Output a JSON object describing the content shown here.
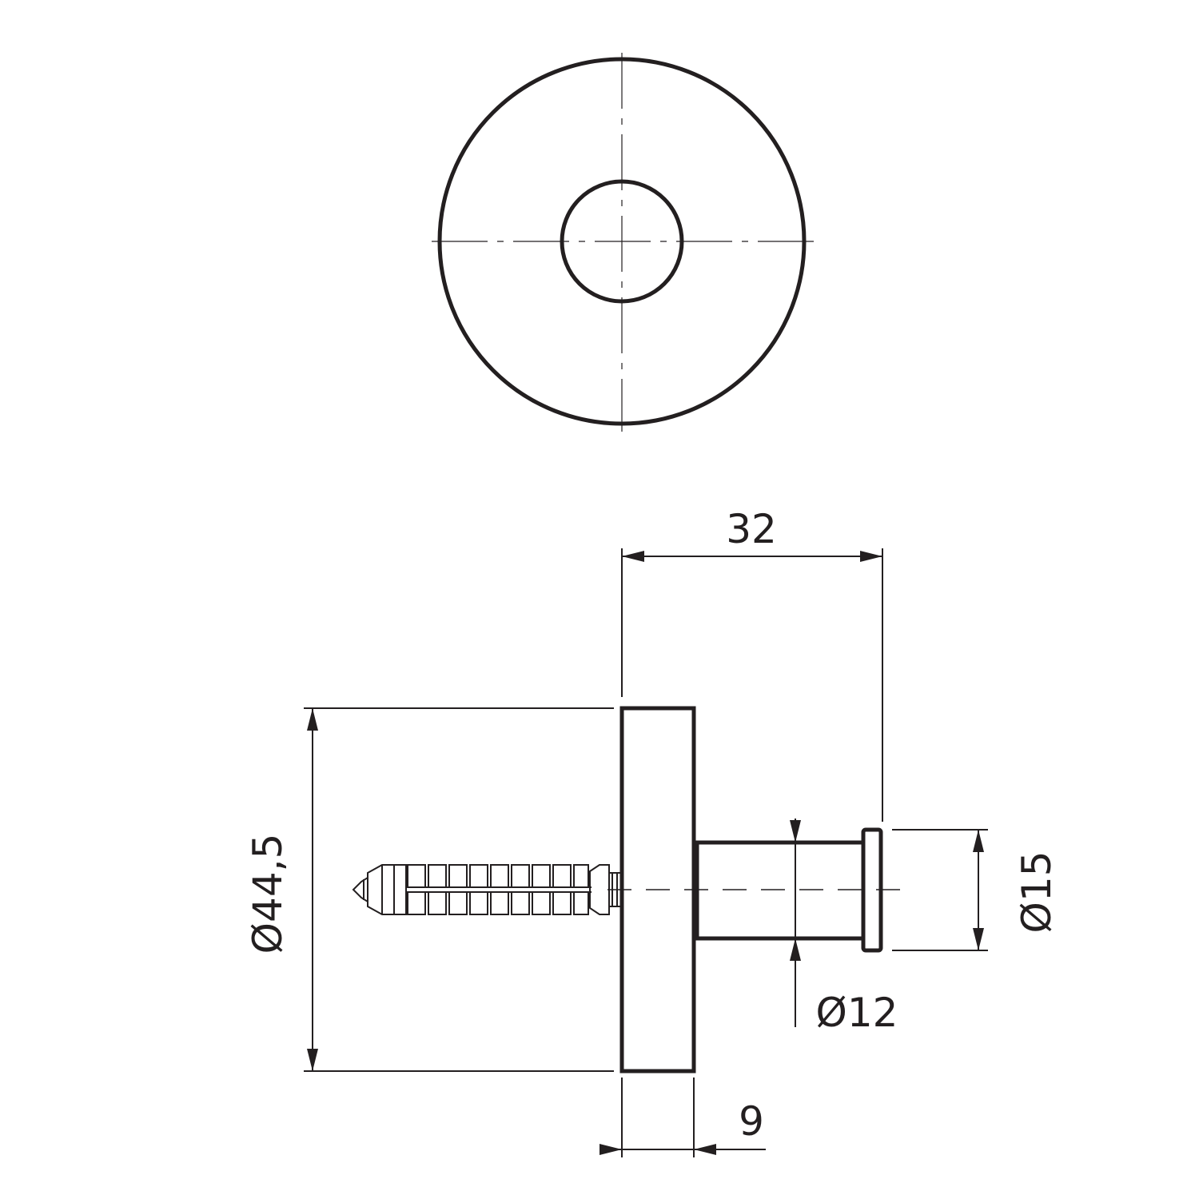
{
  "dimensions": {
    "overall_length": "32",
    "rosette_diameter": "Ø44,5",
    "knob_diameter": "Ø15",
    "stem_diameter": "Ø12",
    "rosette_thickness": "9"
  }
}
